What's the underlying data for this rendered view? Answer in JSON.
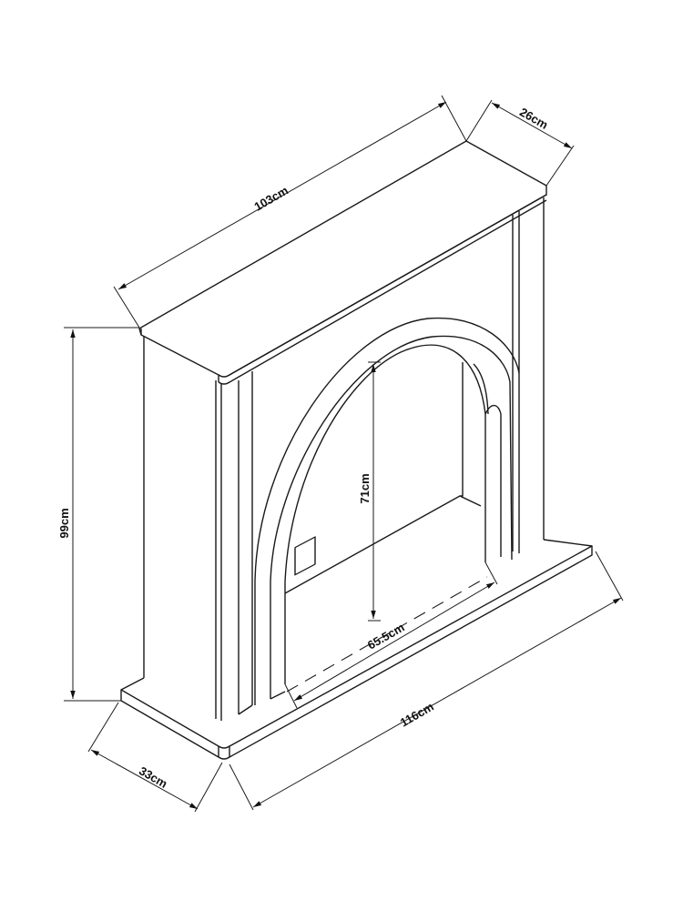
{
  "drawing": {
    "dimensions": {
      "top_width": "103cm",
      "top_depth": "26cm",
      "total_height": "99cm",
      "opening_height": "71cm",
      "opening_width": "65.5cm",
      "base_width": "116cm",
      "base_depth": "33cm"
    }
  }
}
